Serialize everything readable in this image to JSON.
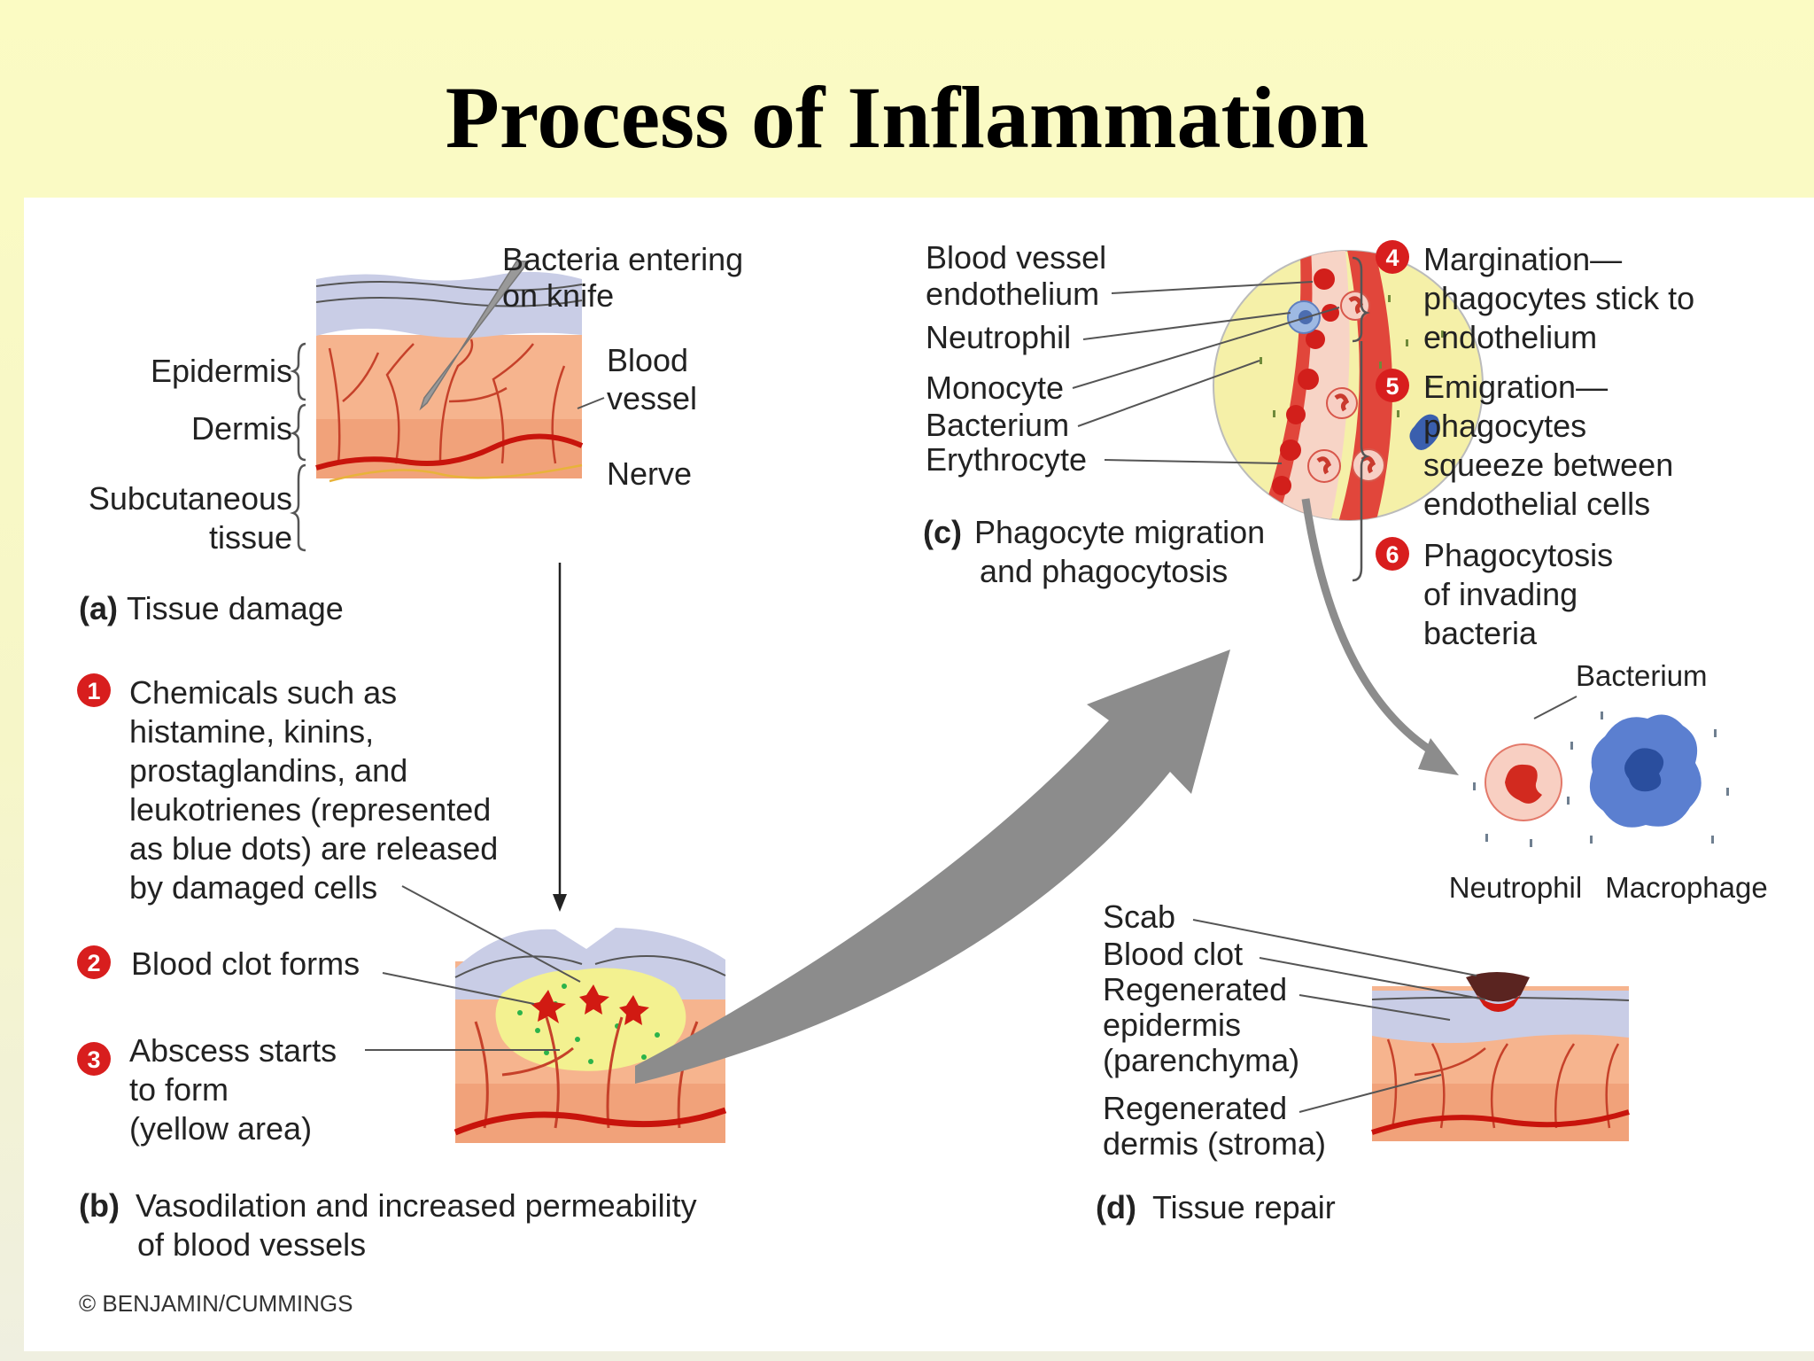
{
  "title": "Process of Inflammation",
  "colors": {
    "slide_background": "#fbfbc3",
    "panel_background": "#ffffff",
    "badge_red": "#d81e1e",
    "skin_dermis": "#f6b48e",
    "skin_epidermis": "#c9cde6",
    "abscess_yellow": "#f3f190",
    "blood_red": "#d11a12",
    "arrow_gray": "#8c8c8c"
  },
  "panel_a": {
    "letter": "(a)",
    "caption": "Tissue damage",
    "knife_label": [
      "Bacteria entering",
      "on knife"
    ],
    "layers": [
      "Epidermis",
      "Dermis",
      "Subcutaneous",
      "tissue"
    ],
    "blood_vessel": [
      "Blood",
      "vessel"
    ],
    "nerve": "Nerve"
  },
  "steps_left": [
    {
      "number": "1",
      "lines": [
        "Chemicals such as",
        "histamine, kinins,",
        "prostaglandins, and",
        "leukotrienes (represented",
        "as blue dots) are released",
        "by damaged cells"
      ]
    },
    {
      "number": "2",
      "lines": [
        "Blood clot forms"
      ]
    },
    {
      "number": "3",
      "lines": [
        "Abscess starts",
        "to form",
        "(yellow area)"
      ]
    }
  ],
  "panel_b": {
    "letter": "(b)",
    "caption": [
      "Vasodilation and increased permeability",
      "of blood vessels"
    ]
  },
  "panel_c": {
    "letter": "(c)",
    "caption": [
      "Phagocyte migration",
      "and phagocytosis"
    ],
    "labels": [
      "Blood vessel",
      "endothelium",
      "Neutrophil",
      "Monocyte",
      "Bacterium",
      "Erythrocyte"
    ]
  },
  "steps_right": [
    {
      "number": "4",
      "lines": [
        "Margination—",
        "phagocytes stick to",
        "endothelium"
      ]
    },
    {
      "number": "5",
      "lines": [
        "Emigration—",
        "phagocytes",
        "squeeze between",
        "endothelial cells"
      ]
    },
    {
      "number": "6",
      "lines": [
        "Phagocytosis",
        "of invading",
        "bacteria"
      ]
    }
  ],
  "phagocytosis": {
    "bacterium": "Bacterium",
    "neutrophil": "Neutrophil",
    "macrophage": "Macrophage"
  },
  "panel_d": {
    "letter": "(d)",
    "caption": "Tissue repair",
    "labels": [
      "Scab",
      "Blood clot",
      "Regenerated",
      "epidermis",
      "(parenchyma)",
      "Regenerated",
      "dermis (stroma)"
    ]
  },
  "copyright": "© BENJAMIN/CUMMINGS"
}
